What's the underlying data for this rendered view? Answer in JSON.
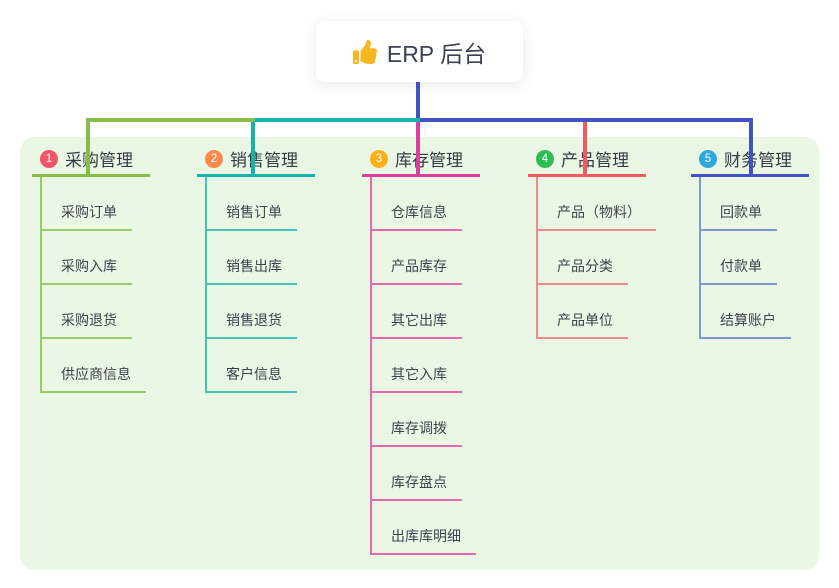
{
  "root": {
    "label": "ERP 后台",
    "icon": "thumbs-up-icon"
  },
  "branches": [
    {
      "number": "1",
      "label": "采购管理",
      "badge_color": "#f4556a",
      "line_color": "#86bd48",
      "child_line_color": "#9bcb66",
      "children": [
        "采购订单",
        "采购入库",
        "采购退货",
        "供应商信息"
      ]
    },
    {
      "number": "2",
      "label": "销售管理",
      "badge_color": "#f98b4c",
      "line_color": "#14b3ab",
      "child_line_color": "#43c2b8",
      "children": [
        "销售订单",
        "销售出库",
        "销售退货",
        "客户信息"
      ]
    },
    {
      "number": "3",
      "label": "库存管理",
      "badge_color": "#fbb018",
      "line_color": "#dd3f9f",
      "child_line_color": "#e868b0",
      "children": [
        "仓库信息",
        "产品库存",
        "其它出库",
        "其它入库",
        "库存调拨",
        "库存盘点",
        "出库库明细"
      ]
    },
    {
      "number": "4",
      "label": "产品管理",
      "badge_color": "#2ebd55",
      "line_color": "#f15b5e",
      "child_line_color": "#f28b8d",
      "children": [
        "产品（物料）",
        "产品分类",
        "产品单位"
      ]
    },
    {
      "number": "5",
      "label": "财务管理",
      "badge_color": "#2da8dc",
      "line_color": "#4153c4",
      "child_line_color": "#7e97d8",
      "children": [
        "回款单",
        "付款单",
        "结算账户"
      ]
    }
  ],
  "colors": {
    "root_connector": "#4153c4",
    "panel_bg": "#ebf7e5",
    "thumb_icon": "#f7b622"
  }
}
